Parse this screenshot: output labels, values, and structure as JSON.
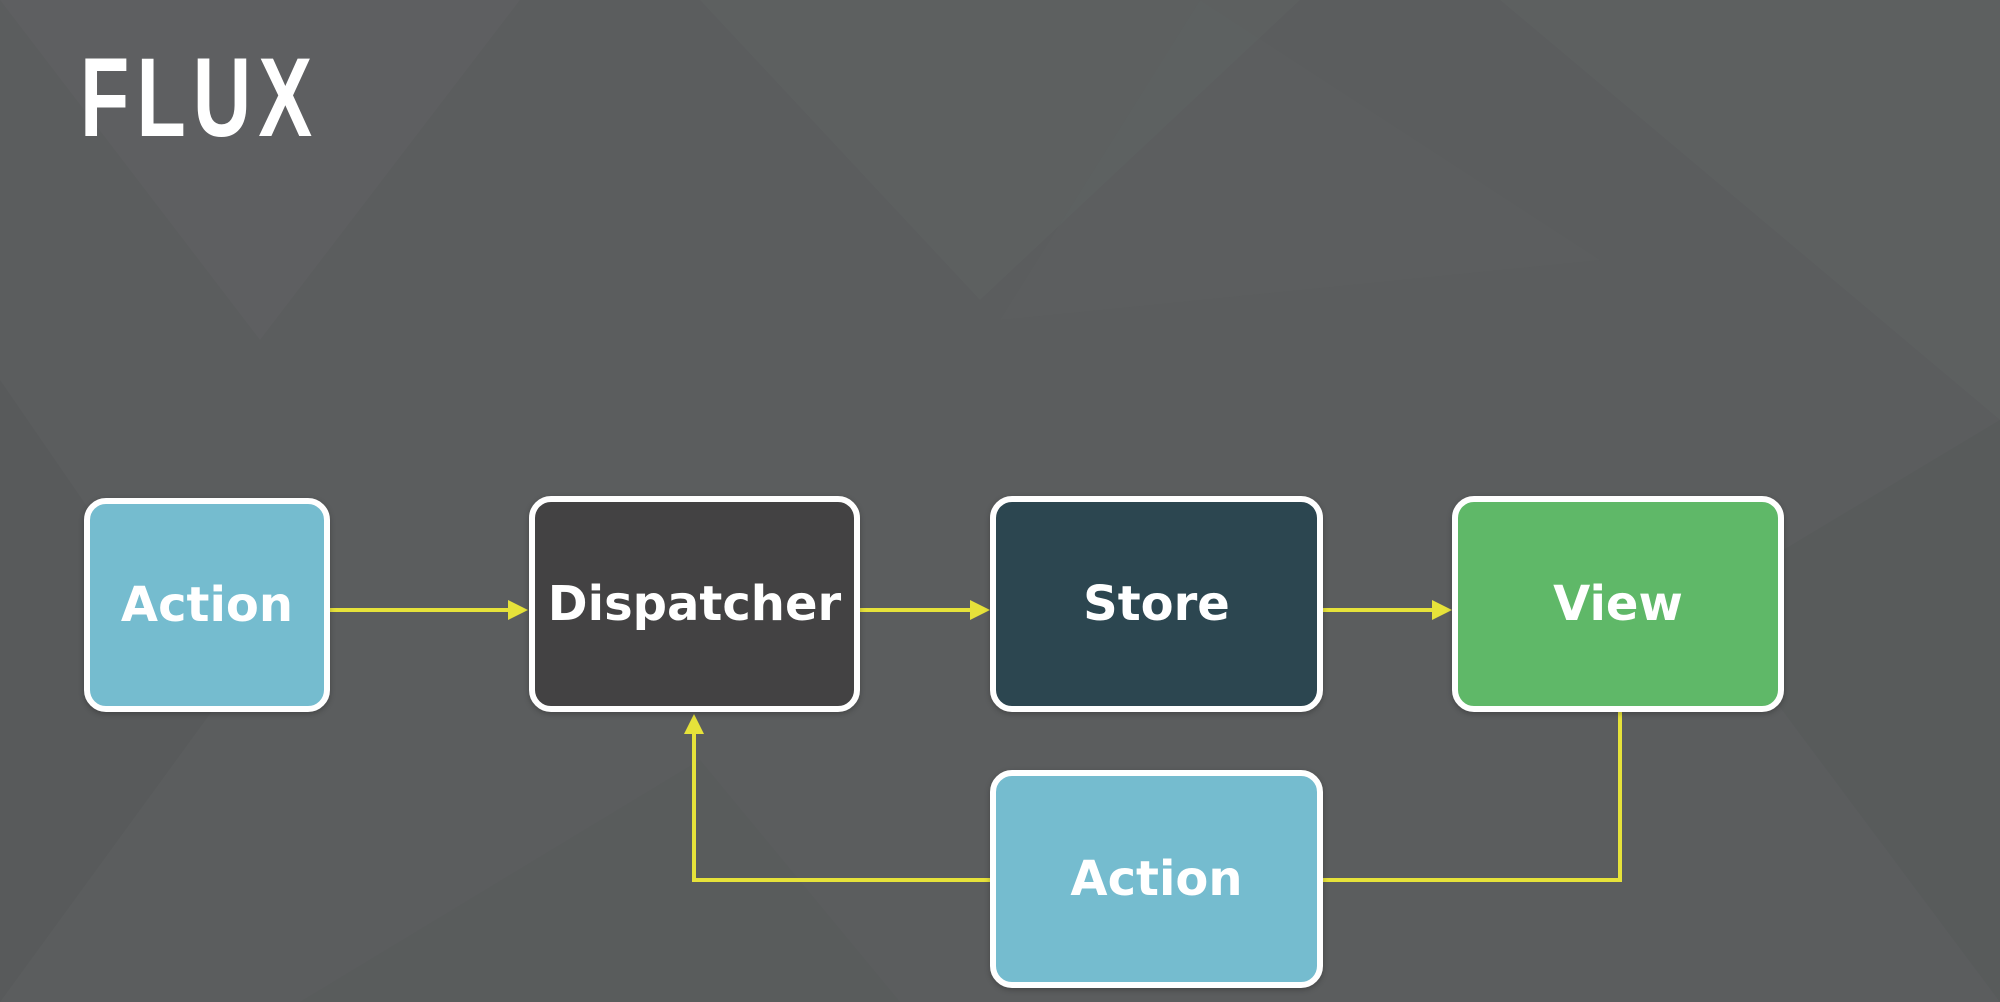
{
  "slide": {
    "title": "FLUX"
  },
  "diagram": {
    "nodes": {
      "action_top": {
        "label": "Action",
        "color": "#75bccf"
      },
      "dispatcher": {
        "label": "Dispatcher",
        "color": "#434243"
      },
      "store": {
        "label": "Store",
        "color": "#2c4650"
      },
      "view": {
        "label": "View",
        "color": "#5fb868"
      },
      "action_bottom": {
        "label": "Action",
        "color": "#75bccf"
      }
    },
    "edges": [
      {
        "from": "Action",
        "to": "Dispatcher"
      },
      {
        "from": "Dispatcher",
        "to": "Store"
      },
      {
        "from": "Store",
        "to": "View"
      },
      {
        "from": "View",
        "to": "Action"
      },
      {
        "from": "Action",
        "to": "Dispatcher"
      }
    ],
    "arrow_color": "#e6e23a",
    "border_color": "#ffffff"
  }
}
